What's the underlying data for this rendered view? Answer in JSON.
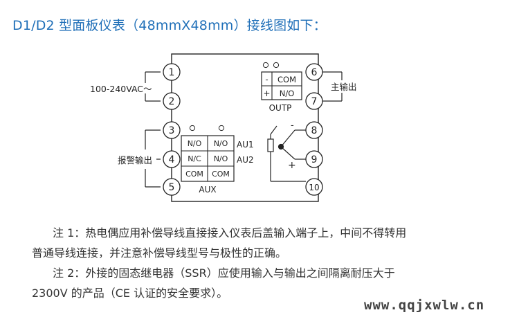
{
  "title": "D1/D2 型面板仪表（48mmX48mm）接线图如下：",
  "diagram": {
    "power_label": "100-240VAC～",
    "output_label": "主输出",
    "alarm_label": "报警输出",
    "terminals": [
      "1",
      "2",
      "3",
      "4",
      "5",
      "6",
      "7",
      "8",
      "9",
      "10"
    ],
    "outp": {
      "minus": "-",
      "plus": "+",
      "com": "COM",
      "no": "N/O",
      "label": "OUTP"
    },
    "aux": {
      "r1c1": "N/O",
      "r1c2": "N/O",
      "r2c1": "N/C",
      "r2c2": "N/O",
      "r3c1": "COM",
      "r3c2": "COM",
      "au1": "AU1",
      "au2": "AU2",
      "label": "AUX"
    },
    "tc": {
      "minus": "-",
      "plus": "+"
    }
  },
  "notes": {
    "note1_line1": "注 1：热电偶应用补偿导线直接接入仪表后盖输入端子上，中间不得转用",
    "note1_line2": "普通导线连接，并注意补偿导线型号与极性的正确。",
    "note2_line1": "注 2：外接的固态继电器（SSR）应使用输入与输出之间隔离耐压大于",
    "note2_line2": "2300V 的产品（CE 认证的安全要求）。"
  },
  "watermark": "www.qqjxwlw.cn"
}
